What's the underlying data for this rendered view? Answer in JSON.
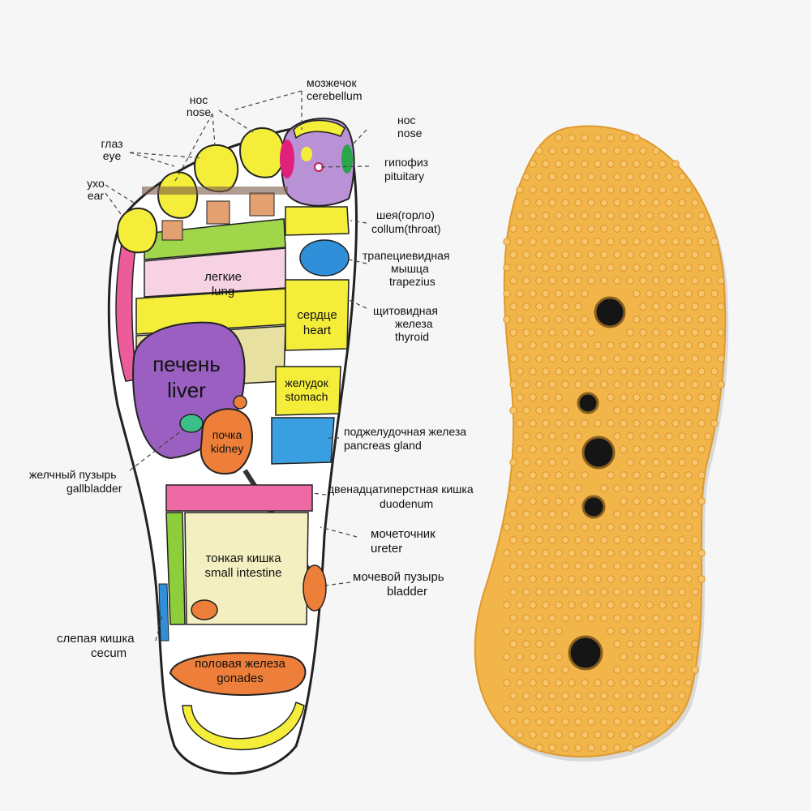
{
  "colors": {
    "background": "#f6f6f6",
    "insole": "#f2b54a",
    "magnet": "#151515",
    "zone_yellow": "#f4ee3a",
    "zone_purple": "#9a5fc0",
    "zone_green": "#8ccf3a",
    "zone_pink": "#f0a6c8",
    "zone_orange": "#ee7f3a",
    "zone_blue": "#2f8fd8"
  },
  "labels": {
    "nose_left": {
      "ru": "нос",
      "en": "nose"
    },
    "eye": {
      "ru": "глаз",
      "en": "eye"
    },
    "ear": {
      "ru": "ухо",
      "en": "ear"
    },
    "cerebellum": {
      "ru": "мозжечок",
      "en": "cerebellum"
    },
    "nose_right": {
      "ru": "нос",
      "en": "nose"
    },
    "pituitary": {
      "ru": "гипофиз",
      "en": "pituitary"
    },
    "throat": {
      "ru": "шея(горло)",
      "en": "collum(throat)"
    },
    "trapezius": {
      "ru1": "трапециевидная",
      "ru2": "мышца",
      "en": "trapezius"
    },
    "thyroid": {
      "ru1": "щитовидная",
      "ru2": "железа",
      "en": "thyroid"
    },
    "pancreas": {
      "ru": "поджелудочная железа",
      "en": "pancreas gland"
    },
    "duodenum": {
      "ru": "двенадцатиперстная кишка",
      "en": "duodenum"
    },
    "ureter": {
      "ru": "мочеточник",
      "en": "ureter"
    },
    "bladder": {
      "ru": "мочевой пузырь",
      "en": "bladder"
    },
    "gallbladder": {
      "ru": "желчный пузырь",
      "en": "gallbladder"
    },
    "cecum": {
      "ru": "слепая кишка",
      "en": "cecum"
    }
  },
  "zones": {
    "lung": {
      "ru": "легкие",
      "en": "lung"
    },
    "heart": {
      "ru": "сердце",
      "en": "heart"
    },
    "liver": {
      "ru": "печень",
      "en": "liver"
    },
    "stomach": {
      "ru": "желудок",
      "en": "stomach"
    },
    "kidney": {
      "ru": "почка",
      "en": "kidney"
    },
    "small_intestine": {
      "ru": "тонкая кишка",
      "en": "small intestine"
    },
    "gonades": {
      "ru": "половая железа",
      "en": "gonades"
    }
  }
}
